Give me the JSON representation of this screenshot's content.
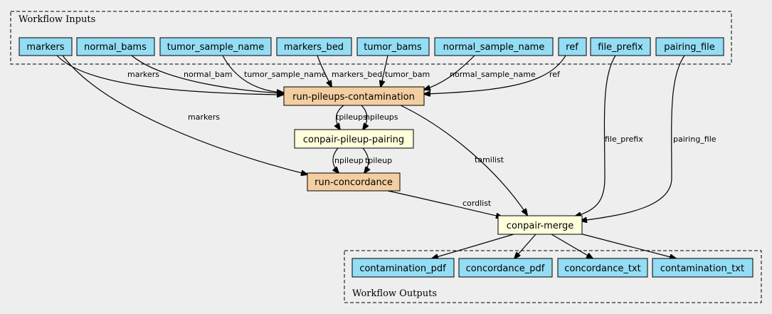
{
  "inputs_cluster_label": "Workflow Inputs",
  "outputs_cluster_label": "Workflow Outputs",
  "colors": {
    "input": "#94ddf4",
    "output": "#94ddf4",
    "tool": "#f3cea1",
    "expression": "#ffffdc",
    "background": "#eeeeee"
  },
  "inputs": [
    "markers",
    "normal_bams",
    "tumor_sample_name",
    "markers_bed",
    "tumor_bams",
    "normal_sample_name",
    "ref",
    "file_prefix",
    "pairing_file"
  ],
  "steps": {
    "contamination": "run-pileups-contamination",
    "pairing": "conpair-pileup-pairing",
    "concordance": "run-concordance",
    "merge": "conpair-merge"
  },
  "outputs": [
    "contamination_pdf",
    "concordance_pdf",
    "concordance_txt",
    "contamination_txt"
  ],
  "edge_labels": {
    "markers_to_contam": "markers",
    "normal_bam": "normal_bam",
    "tumor_sample_name": "tumor_sample_name",
    "markers_bed": "markers_bed",
    "tumor_bam": "tumor_bam",
    "normal_sample_name": "normal_sample_name",
    "ref": "ref",
    "markers_to_concordance": "markers",
    "tpileups": "tpileups",
    "npileups": "npileups",
    "npileup": "npileup",
    "tpileup": "tpileup",
    "tamilist": "tamilist",
    "cordlist": "cordlist",
    "file_prefix": "file_prefix",
    "pairing_file": "pairing_file"
  }
}
